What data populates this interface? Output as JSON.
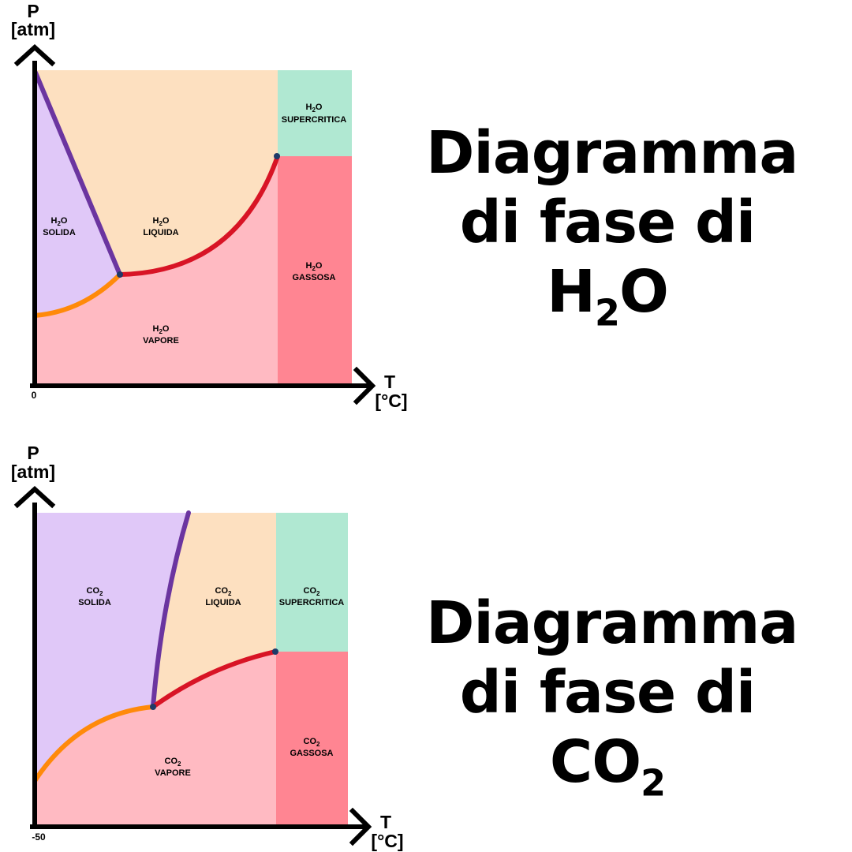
{
  "colors": {
    "solid": "#e0c8f8",
    "liquid": "#fde0c0",
    "vapor": "#ffbac2",
    "gas": "#ff8592",
    "supercritical": "#b0e8d2",
    "sublimation_curve": "#ff8a0a",
    "melting_curve": "#6b35a0",
    "boiling_curve": "#d81425",
    "point": "#1e3a68",
    "axis": "#000000"
  },
  "diagrams": [
    {
      "id": "h2o",
      "axis_y_label": "P",
      "axis_y_unit": "[atm]",
      "axis_x_label": "T",
      "axis_x_unit": "[°C]",
      "origin_label": "0",
      "heading": {
        "line1": "Diagramma",
        "line2": "di fase di",
        "formula_main": "H",
        "formula_sub": "2",
        "formula_tail": "O"
      },
      "phases": {
        "solid": {
          "formula": "H",
          "sub": "2",
          "tail": "O",
          "name": "SOLIDA"
        },
        "liquid": {
          "formula": "H",
          "sub": "2",
          "tail": "O",
          "name": "LIQUIDA"
        },
        "vapor": {
          "formula": "H",
          "sub": "2",
          "tail": "O",
          "name": "VAPORE"
        },
        "gas": {
          "formula": "H",
          "sub": "2",
          "tail": "O",
          "name": "GASSOSA"
        },
        "supercritical": {
          "formula": "H",
          "sub": "2",
          "tail": "O",
          "name": "SUPERCRITICA"
        }
      }
    },
    {
      "id": "co2",
      "axis_y_label": "P",
      "axis_y_unit": "[atm]",
      "axis_x_label": "T",
      "axis_x_unit": "[°C]",
      "origin_label": "-50",
      "heading": {
        "line1": "Diagramma",
        "line2": "di fase di",
        "formula_main": "CO",
        "formula_sub": "2",
        "formula_tail": ""
      },
      "phases": {
        "solid": {
          "formula": "CO",
          "sub": "2",
          "tail": "",
          "name": "SOLIDA"
        },
        "liquid": {
          "formula": "CO",
          "sub": "2",
          "tail": "",
          "name": "LIQUIDA"
        },
        "vapor": {
          "formula": "CO",
          "sub": "2",
          "tail": "",
          "name": "VAPORE"
        },
        "gas": {
          "formula": "CO",
          "sub": "2",
          "tail": "",
          "name": "GASSOSA"
        },
        "supercritical": {
          "formula": "CO",
          "sub": "2",
          "tail": "",
          "name": "SUPERCRITICA"
        }
      }
    }
  ]
}
